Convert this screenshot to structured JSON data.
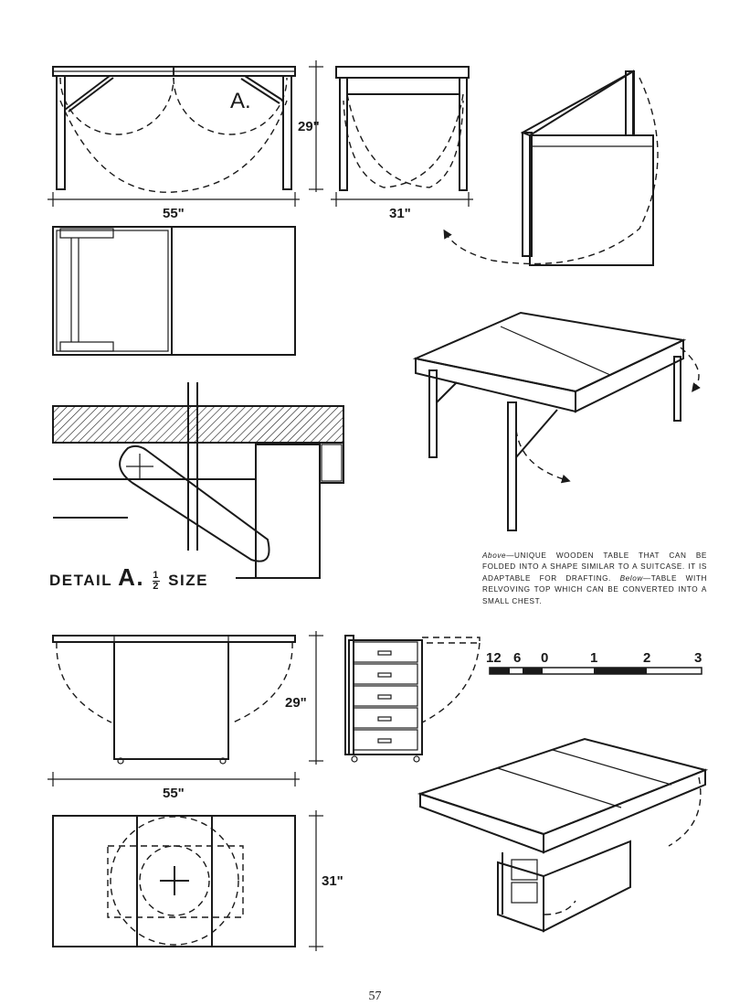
{
  "dimensions": {
    "top_width": "55\"",
    "top_height": "29\"",
    "top_depth": "31\"",
    "bottom_width": "55\"",
    "bottom_height": "29\"",
    "bottom_depth": "31\""
  },
  "detail_marker": "A.",
  "detail_label": {
    "prefix": "DETAIL",
    "letter": "A.",
    "frac_num": "1",
    "frac_den": "2",
    "suffix": "SIZE"
  },
  "scale_bar": {
    "labels": [
      "12",
      "6",
      "0",
      "1",
      "2",
      "3"
    ]
  },
  "caption": {
    "lead_above": "Above",
    "text_above": "—UNIQUE WOODEN TABLE THAT CAN BE FOLDED INTO A SHAPE SIMILAR TO A SUITCASE. IT IS ADAPTABLE FOR DRAFTING.",
    "lead_below": "Below",
    "text_below": "—TABLE WITH RELVOVING TOP WHICH CAN BE CONVERTED INTO A SMALL CHEST."
  },
  "page_number": "57"
}
